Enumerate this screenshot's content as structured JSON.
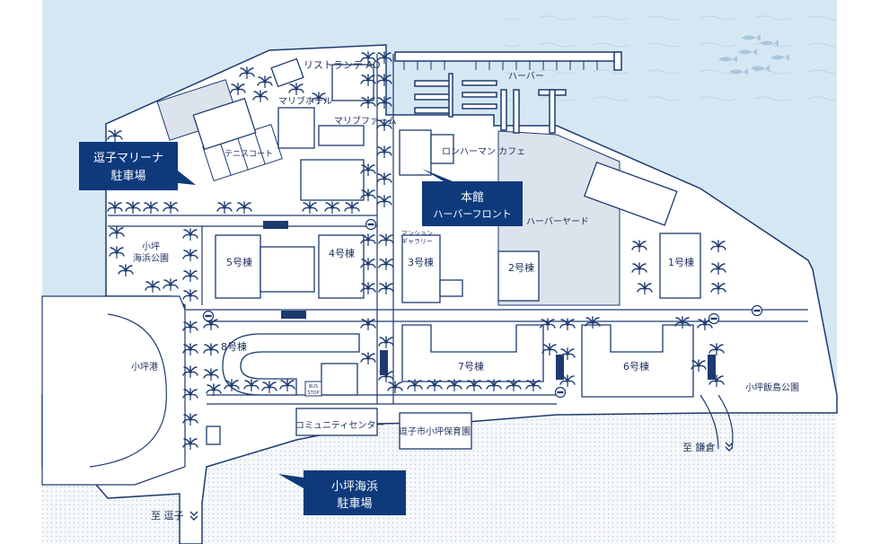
{
  "colors": {
    "sea": "#d6e7f4",
    "land": "#ffffff",
    "outline": "#1d3a70",
    "yard": "#dde3ec",
    "callout": "#0e3a7c",
    "ocean_texture": "#c7d9e8"
  },
  "callouts": {
    "zushi_marina_parking": {
      "line1": "逗子マリーナ",
      "line2": "駐車場"
    },
    "main_building": {
      "line1": "本館",
      "line2": "ハーバーフロント"
    },
    "kotsubo_beach_parking": {
      "line1": "小坪海浜",
      "line2": "駐車場"
    }
  },
  "places": {
    "ristorante": "リストランテ AO",
    "harbor": "ハーバー",
    "malibu_hotel": "マリブホテル",
    "malibu_farm": "マリブファーム",
    "tennis_court": "テニスコート",
    "ron_herman_cafe": "ロンハーマン カフェ",
    "harbor_yard": "ハーバーヤード",
    "mansion_gallery_1": "マンション",
    "mansion_gallery_2": "ギャラリー",
    "kotsubo_park_1": "小坪",
    "kotsubo_park_2": "海浜公園",
    "kotsubo_port": "小坪港",
    "community_center": "コミュニティセンター",
    "nursery": "逗子市小坪保育園",
    "iijima_park": "小坪飯島公園",
    "bus_stop_1": "BUS",
    "bus_stop_2": "STOP"
  },
  "buildings": {
    "b1": "1号棟",
    "b2": "2号棟",
    "b3": "3号棟",
    "b4": "4号棟",
    "b5": "5号棟",
    "b6": "6号棟",
    "b7": "7号棟",
    "b8": "8号棟"
  },
  "directions": {
    "to_kamakura": "至 鎌倉",
    "to_zushi": "至 逗子"
  },
  "icons": {
    "palm": "palm-tree-icon",
    "no_entry": "no-entry-sign-icon",
    "one_way": "one-way-sign-icon",
    "fish": "fish-icon",
    "direction": "double-chevron-down-icon"
  }
}
